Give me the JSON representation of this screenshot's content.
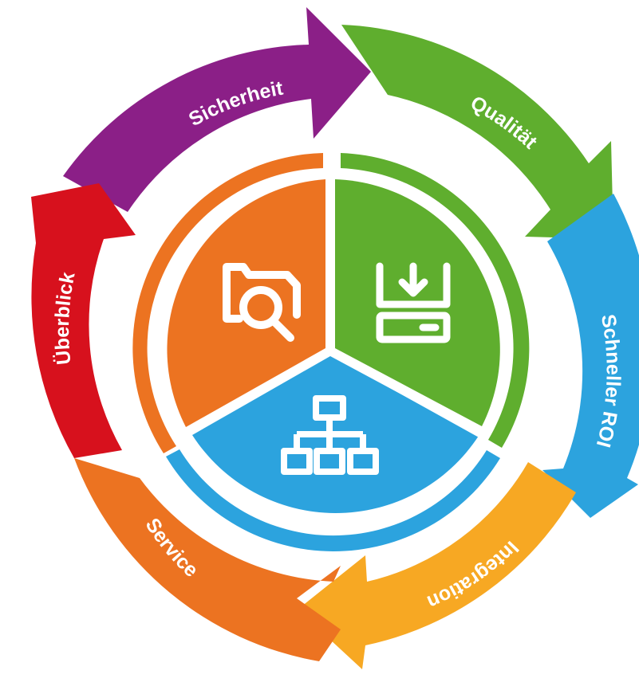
{
  "colors": {
    "purple": "#8B1F87",
    "green": "#5FAE2E",
    "blue": "#2CA3DE",
    "yellow": "#F7A823",
    "orange": "#EC7321",
    "red": "#D7111D",
    "white": "#FFFFFF"
  },
  "cycle": [
    {
      "label": "Sicherheit",
      "color": "purple"
    },
    {
      "label": "Qualität",
      "color": "green"
    },
    {
      "label": "Schneller ROI",
      "color": "blue"
    },
    {
      "label": "Integration",
      "color": "yellow"
    },
    {
      "label": "Service",
      "color": "orange"
    },
    {
      "label": "Überblick",
      "color": "red"
    }
  ],
  "center": {
    "segments": [
      {
        "name": "search-folder",
        "color": "orange",
        "icon": "folder-search-icon"
      },
      {
        "name": "download",
        "color": "green",
        "icon": "download-drive-icon"
      },
      {
        "name": "hierarchy",
        "color": "blue",
        "icon": "org-chart-icon"
      }
    ]
  }
}
